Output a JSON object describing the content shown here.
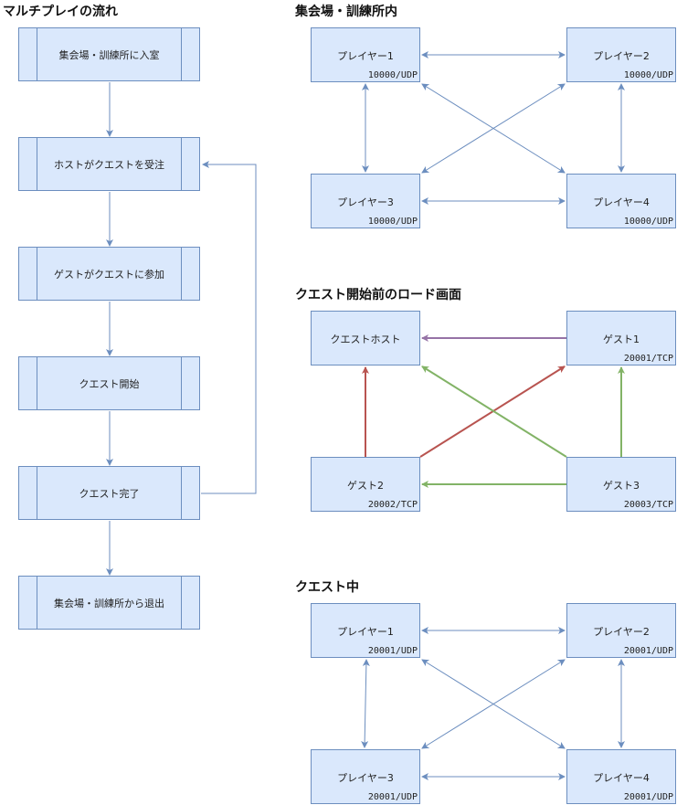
{
  "titles": {
    "flow": "マルチプレイの流れ",
    "lobby": "集会場・訓練所内",
    "loading": "クエスト開始前のロード画面",
    "quest": "クエスト中"
  },
  "flow_steps": [
    "集会場・訓練所に入室",
    "ホストがクエストを受注",
    "ゲストがクエストに参加",
    "クエスト開始",
    "クエスト完了",
    "集会場・訓練所から退出"
  ],
  "lobby": {
    "p1": {
      "name": "プレイヤー1",
      "port": "10000/UDP"
    },
    "p2": {
      "name": "プレイヤー2",
      "port": "10000/UDP"
    },
    "p3": {
      "name": "プレイヤー3",
      "port": "10000/UDP"
    },
    "p4": {
      "name": "プレイヤー4",
      "port": "10000/UDP"
    }
  },
  "loading": {
    "host": {
      "name": "クエストホスト"
    },
    "g1": {
      "name": "ゲスト1",
      "port": "20001/TCP"
    },
    "g2": {
      "name": "ゲスト2",
      "port": "20002/TCP"
    },
    "g3": {
      "name": "ゲスト3",
      "port": "20003/TCP"
    }
  },
  "quest": {
    "p1": {
      "name": "プレイヤー1",
      "port": "20001/UDP"
    },
    "p2": {
      "name": "プレイヤー2",
      "port": "20001/UDP"
    },
    "p3": {
      "name": "プレイヤー3",
      "port": "20001/UDP"
    },
    "p4": {
      "name": "プレイヤー4",
      "port": "20001/UDP"
    }
  },
  "colors": {
    "box_fill": "#dae8fc",
    "box_stroke": "#6c8ebf",
    "arrow_blue": "#6c8ebf",
    "arrow_purple": "#9673a6",
    "arrow_red": "#b85450",
    "arrow_green": "#82b366"
  }
}
